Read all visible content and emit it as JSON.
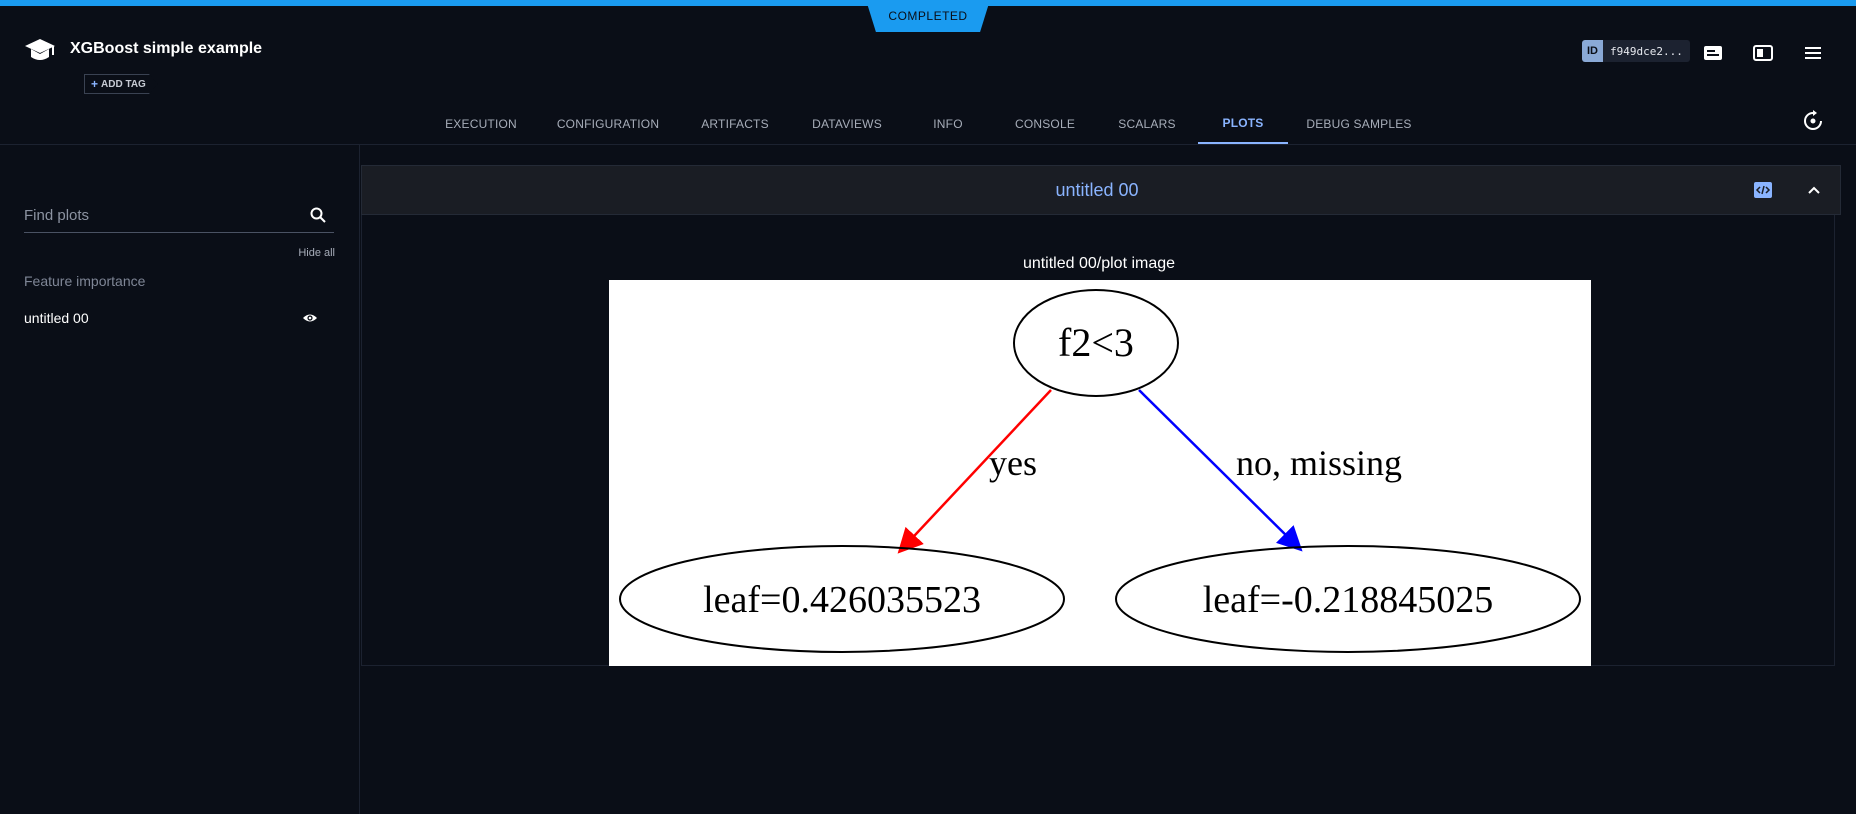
{
  "status": "COMPLETED",
  "header": {
    "title": "XGBoost simple example",
    "add_tag_label": "ADD TAG",
    "id_label": "ID",
    "id_value": "f949dce2..."
  },
  "tabs": [
    {
      "label": "EXECUTION"
    },
    {
      "label": "CONFIGURATION"
    },
    {
      "label": "ARTIFACTS"
    },
    {
      "label": "DATAVIEWS"
    },
    {
      "label": "INFO"
    },
    {
      "label": "CONSOLE"
    },
    {
      "label": "SCALARS"
    },
    {
      "label": "PLOTS",
      "active": true
    },
    {
      "label": "DEBUG SAMPLES"
    }
  ],
  "sidebar": {
    "search_placeholder": "Find plots",
    "hide_all_label": "Hide all",
    "group_title": "Feature importance",
    "items": [
      {
        "label": "untitled 00"
      }
    ]
  },
  "panel": {
    "title": "untitled 00",
    "caption": "untitled 00/plot image"
  },
  "tree_image": {
    "root_label": "f2<3",
    "yes_label": "yes",
    "no_label": "no, missing",
    "left_leaf": "leaf=0.426035523",
    "right_leaf": "leaf=-0.218845025",
    "yes_color": "#ff0000",
    "no_color": "#0000ff"
  },
  "colors": {
    "accent": "#1a9bf0",
    "tab_active": "#8ab4ff",
    "background": "#0a0e17"
  },
  "icons": {
    "logo": "graduation-cap-icon",
    "search": "search-icon",
    "eye": "eye-icon",
    "embed": "code-embed-icon",
    "collapse": "chevron-up-icon",
    "refresh": "refresh-icon"
  }
}
